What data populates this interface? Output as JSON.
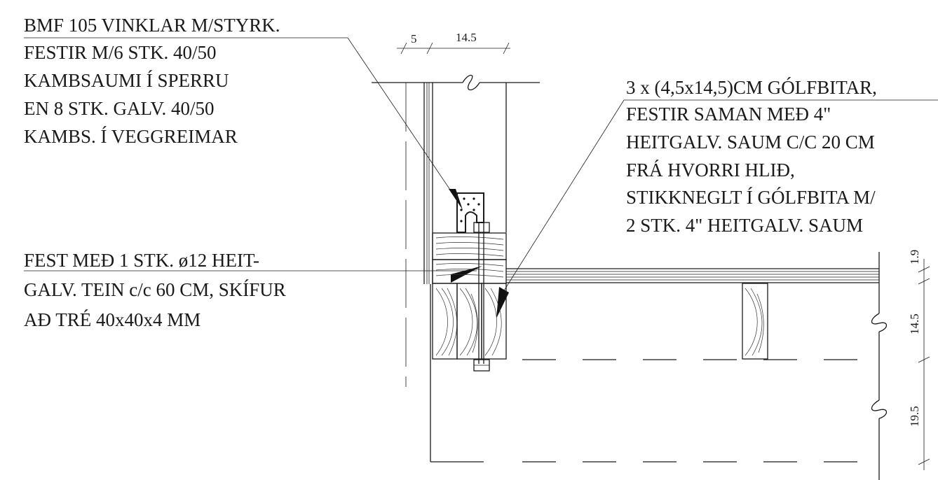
{
  "notes": {
    "bracket": [
      "BMF 105 VINKLAR M/STYRK.",
      "FESTIR M/6 STK. 40/50",
      "KAMBSAUMI Í SPERRU",
      "EN 8 STK. GALV. 40/50",
      "KAMBS. Í VEGGREIMAR"
    ],
    "bolt": [
      "FEST MEÐ 1 STK. ø12 HEIT-",
      "GALV. TEIN c/c 60 CM, SKÍFUR",
      "AÐ TRÉ 40x40x4 MM"
    ],
    "joists": [
      "3 x (4,5x14,5)CM GÓLFBITAR,",
      "FESTIR SAMAN MEÐ 4\"",
      "HEITGALV. SAUM C/C 20 CM",
      "FRÁ HVORRI HLIÐ,",
      "STIKKNEGLT Í GÓLFBITA M/",
      "2 STK. 4\" HEITGALV. SAUM"
    ]
  },
  "dimensions": {
    "top": [
      "5",
      "14.5"
    ],
    "right": [
      "1.9",
      "14.5",
      "19.5"
    ]
  }
}
